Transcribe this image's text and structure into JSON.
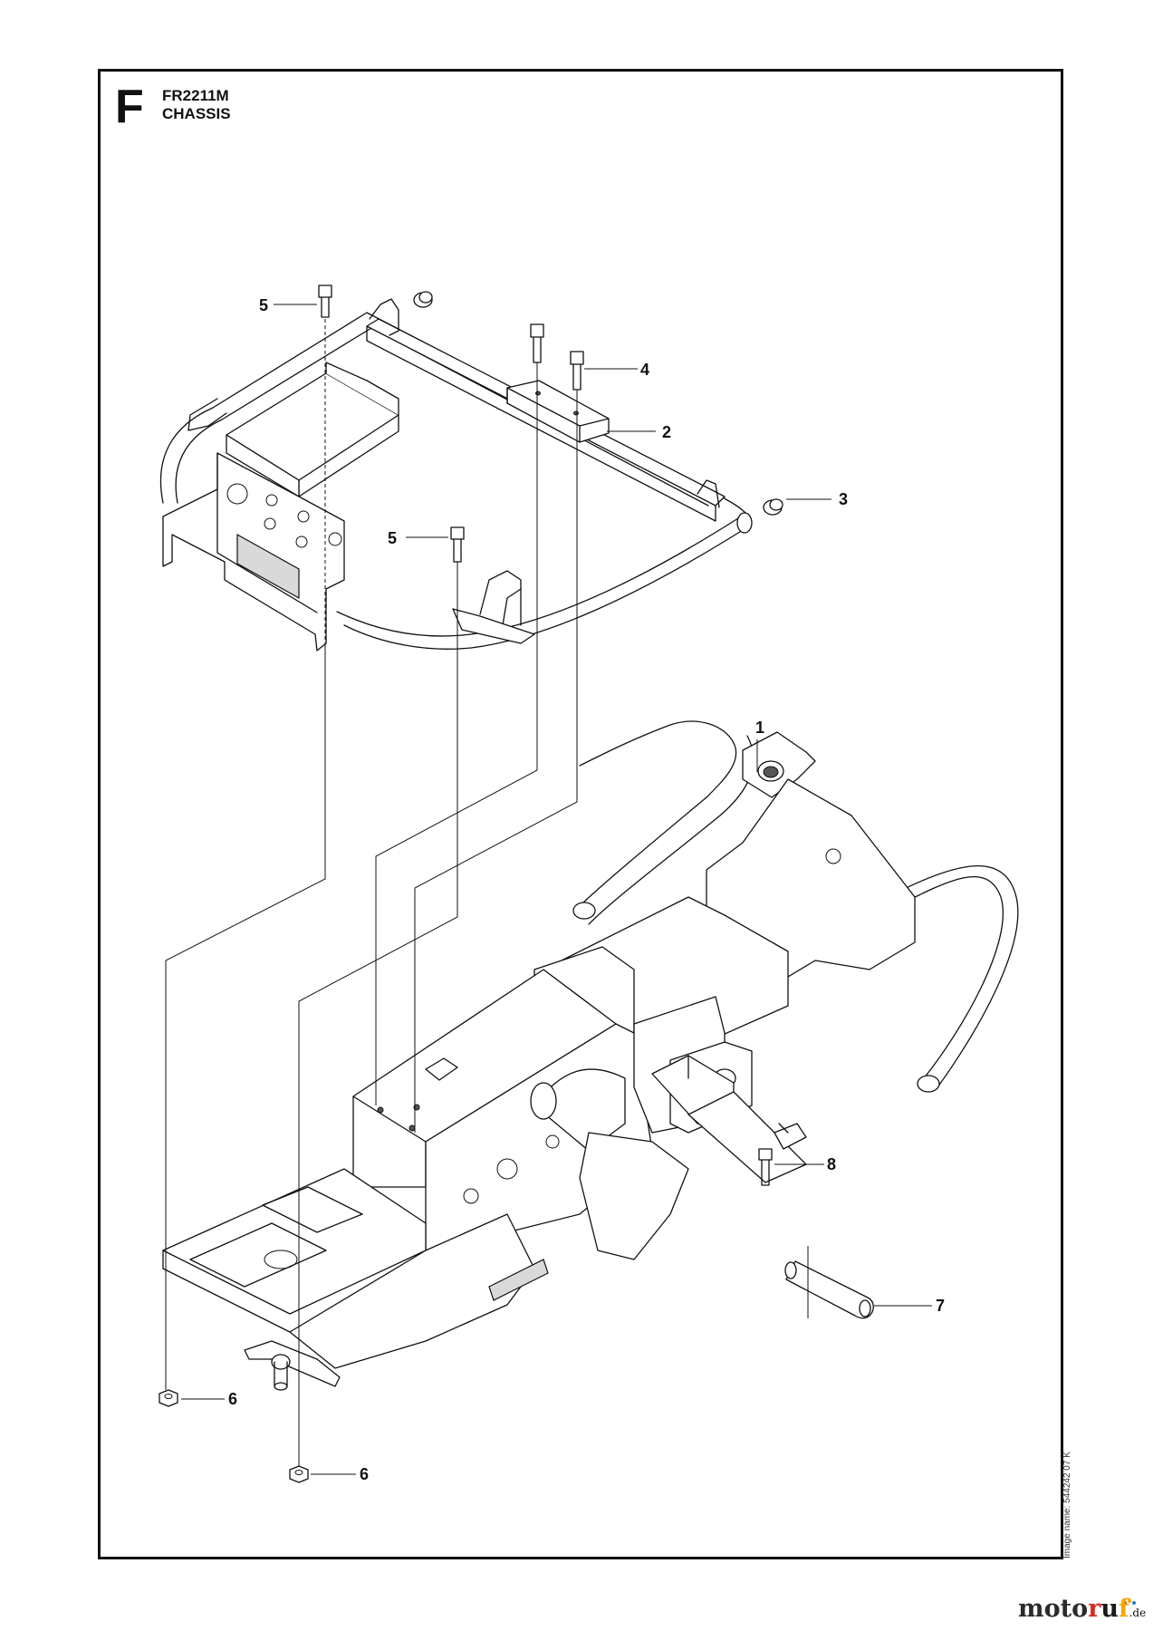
{
  "header": {
    "section_letter": "F",
    "model": "FR2211M",
    "title": "CHASSIS"
  },
  "callouts": {
    "c1": "1",
    "c2": "2",
    "c3": "3",
    "c4": "4",
    "c5a": "5",
    "c5b": "5",
    "c6a": "6",
    "c6b": "6",
    "c7": "7",
    "c8": "8"
  },
  "footer": {
    "image_name": "Image name: 544242 07 K"
  },
  "watermark": {
    "brand": "motoruf",
    "tld": ".de",
    "colors": [
      "#d62b1f",
      "#1a1a1a",
      "#f2a900",
      "#2a7ac8",
      "#3a9b3a"
    ]
  }
}
